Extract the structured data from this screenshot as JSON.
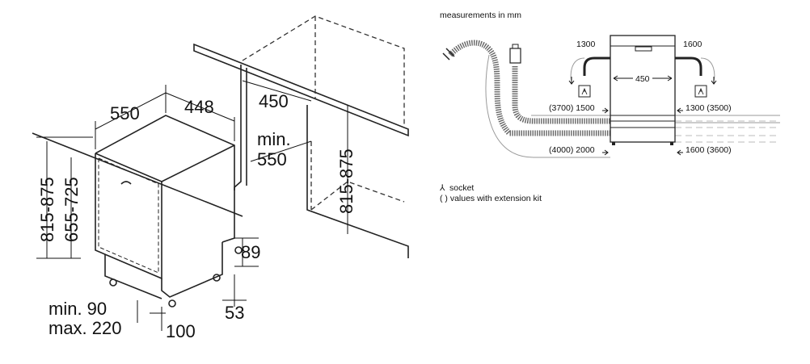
{
  "left_diagram": {
    "dim_width": "550",
    "dim_depth": "448",
    "dim_niche_width": "450",
    "dim_niche_depth_line1": "min.",
    "dim_niche_depth_line2": "550",
    "dim_niche_height": "815-875",
    "dim_height_outer": "815-875",
    "dim_door_height": "655-725",
    "dim_plinth": "89",
    "dim_plinth_depth": "53",
    "dim_foot": "100",
    "dim_min": "min. 90",
    "dim_max": "max. 220"
  },
  "right_diagram": {
    "caption": "measurements in mm",
    "left_top": "1300",
    "right_top": "1600",
    "width": "450",
    "left_mid": "(3700) 1500",
    "right_mid": "1300 (3500)",
    "left_bottom": "(4000) 2000",
    "right_bottom": "1600 (3600)",
    "legend_socket_symbol": "⅄",
    "legend_socket": "socket",
    "legend_values": "( ) values with extension kit"
  },
  "colors": {
    "line": "#222222",
    "hose": "#666666",
    "grey_line": "#9a9a9a",
    "background": "#ffffff"
  }
}
